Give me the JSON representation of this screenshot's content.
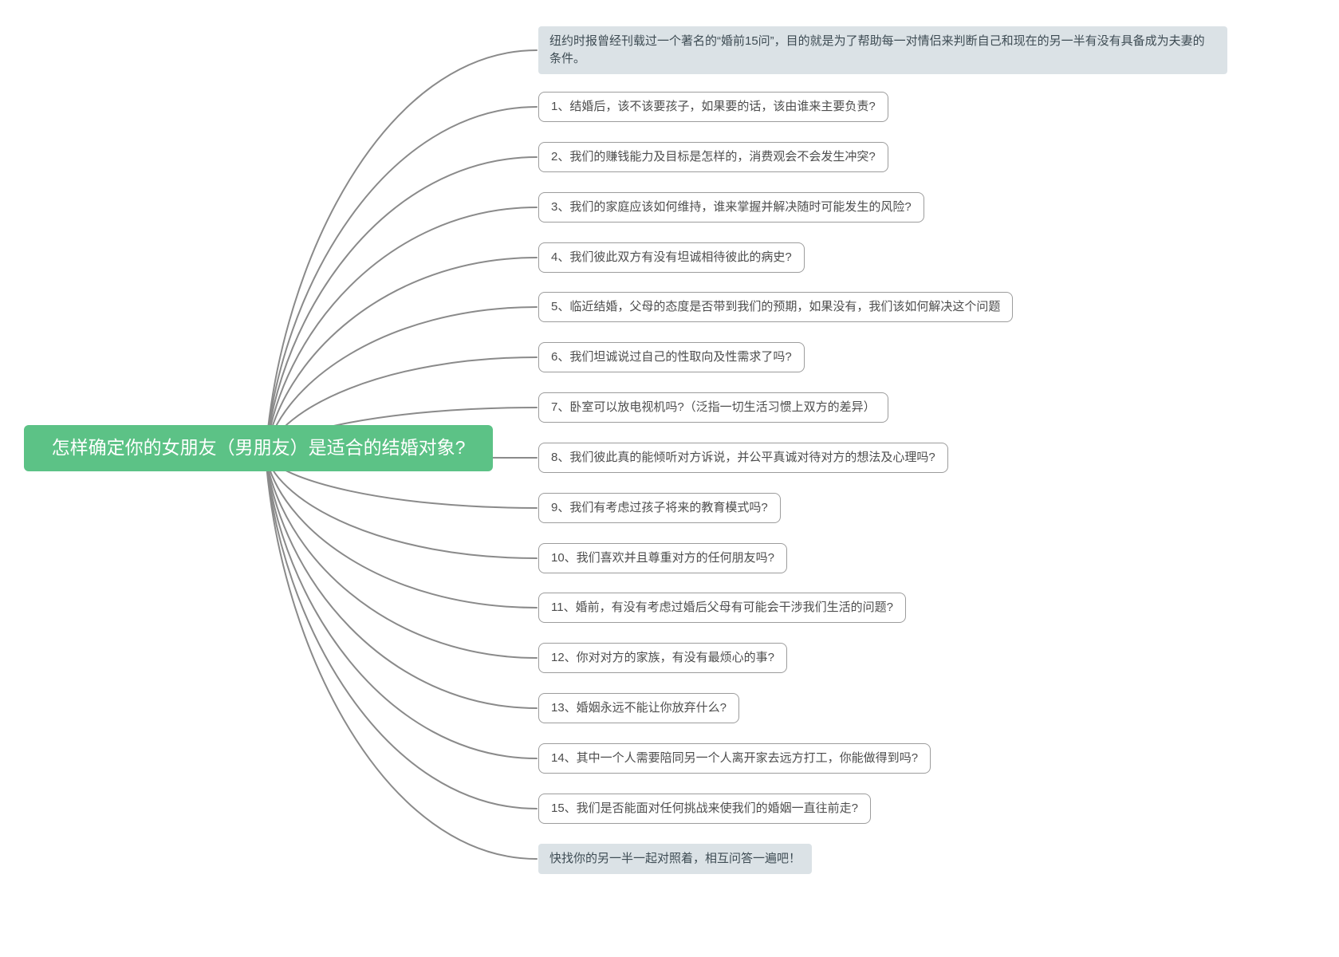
{
  "mindmap": {
    "root": {
      "text": "怎样确定你的女朋友（男朋友）是适合的结婚对象?"
    },
    "intro_note": "纽约时报曾经刊载过一个著名的“婚前15问”，目的就是为了帮助每一对情侣来判断自己和现在的另一半有没有具备成为夫妻的条件。",
    "questions": [
      "1、结婚后，该不该要孩子，如果要的话，该由谁来主要负责?",
      "2、我们的赚钱能力及目标是怎样的，消费观会不会发生冲突?",
      "3、我们的家庭应该如何维持，谁来掌握并解决随时可能发生的风险?",
      "4、我们彼此双方有没有坦诚相待彼此的病史?",
      "5、临近结婚，父母的态度是否带到我们的预期，如果没有，我们该如何解决这个问题",
      "6、我们坦诚说过自己的性取向及性需求了吗?",
      "7、卧室可以放电视机吗?（泛指一切生活习惯上双方的差异）",
      "8、我们彼此真的能倾听对方诉说，并公平真诚对待对方的想法及心理吗?",
      "9、我们有考虑过孩子将来的教育模式吗?",
      "10、我们喜欢并且尊重对方的任何朋友吗?",
      "11、婚前，有没有考虑过婚后父母有可能会干涉我们生活的问题?",
      "12、你对对方的家族，有没有最烦心的事?",
      "13、婚姻永远不能让你放弃什么?",
      "14、其中一个人需要陪同另一个人离开家去远方打工，你能做得到吗?",
      "15、我们是否能面对任何挑战来使我们的婚姻一直往前走?"
    ],
    "outro_note": "快找你的另一半一起对照着，相互问答一遍吧！",
    "colors": {
      "root_bg": "#5cc286",
      "note_bg": "#dbe2e6",
      "note_text": "#3e4c54",
      "branch_line": "#8a8a8a",
      "question_border": "#9c9c9c",
      "question_text": "#4d4d4d"
    }
  }
}
